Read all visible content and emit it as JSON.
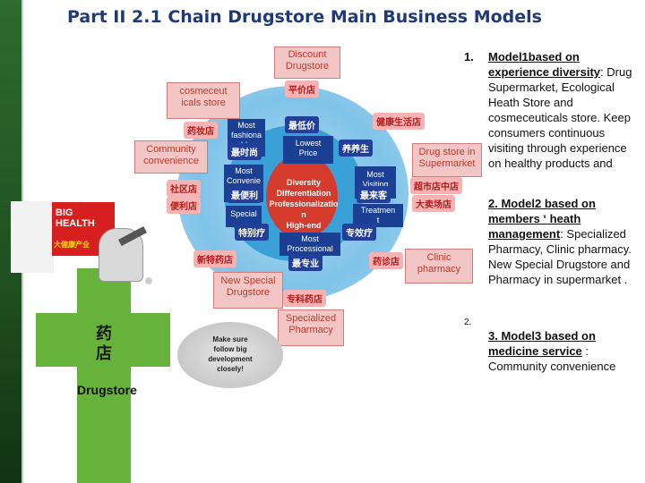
{
  "title": "Part II  2.1 Chain Drugstore Main Business Models",
  "diagram": {
    "discount_drugstore": "Discount\nDrugstore",
    "cosmeceuticals_store": "cosmeceut\nicals store",
    "community_convenience": "Community\nconvenience",
    "drug_store_in_supermarket": "Drug store in\nSupermarket",
    "clinic_pharmacy": "Clinic\npharmacy",
    "new_special_drugstore": "New Special\nDrugstore",
    "specialized_pharmacy": "Specialized\nPharmacy",
    "big_health": "BIG\nHEALTH",
    "most_fashionable": "Most\nfashiona\nble",
    "lowest_price": "Lowest\nPrice",
    "most_convenient": "Most\nConvenie\nnt",
    "most_visiting": "Most\nVisiting",
    "special": "Special",
    "treatment": "Treatmen\nt",
    "most_professional": "Most\nProcessional",
    "center_lines": [
      "Diversity",
      "Differentiation",
      "Professionalizatio",
      "n",
      "High-end"
    ],
    "cn_labels": {
      "pingjia": "平价店",
      "yaozhuang": "药妆店",
      "zuidijia": "最低价",
      "zuishishang": "最时尚",
      "jiankang": "健康生活店",
      "yangshengyuan": "养养生",
      "shequdian": "社区店",
      "bianlidian": "便利店",
      "zuibianli": "最便利",
      "zuilaike": "最来客",
      "chaoshizhong": "超市店中店",
      "damaichang": "大卖场店",
      "tebie": "特别疗",
      "zhuanxiao": "专效疗",
      "xinte": "新特药店",
      "zuizhuanye": "最专业",
      "yaozhen": "药诊店",
      "zhuanke": "专科药店",
      "dajiankang": "大健康产业",
      "yao": "药",
      "dian": "店"
    },
    "cloud_text": "Make sure\nfollow big\ndevelopment\nclosely!",
    "drugstore_label": "Drugstore"
  },
  "right": {
    "n1": "1.",
    "m1_title": "Model1based on experience diversity",
    "m1_body": ": Drug Supermarket, Ecological Heath Store and cosmeceuticals store. Keep consumers continuous  visiting through experience on healthy products and",
    "m2_title": "2. Model2 based on members ‘ heath management",
    "m2_body": ": Specialized Pharmacy, Clinic pharmacy. New Special Drugstore and Pharmacy in supermarket .",
    "n2": "2.",
    "m3_title": "3. Model3 based on  medicine service",
    "m3_body": " : Community convenience"
  },
  "colors": {
    "title": "#1f3a78",
    "pink_box": "#f3c6c6",
    "pink_text": "#c0392b",
    "blue_box": "#1b3f92",
    "center_red": "#d53b2c",
    "ring_blue": "#3aa0d8",
    "cross_green": "#66b23a"
  }
}
